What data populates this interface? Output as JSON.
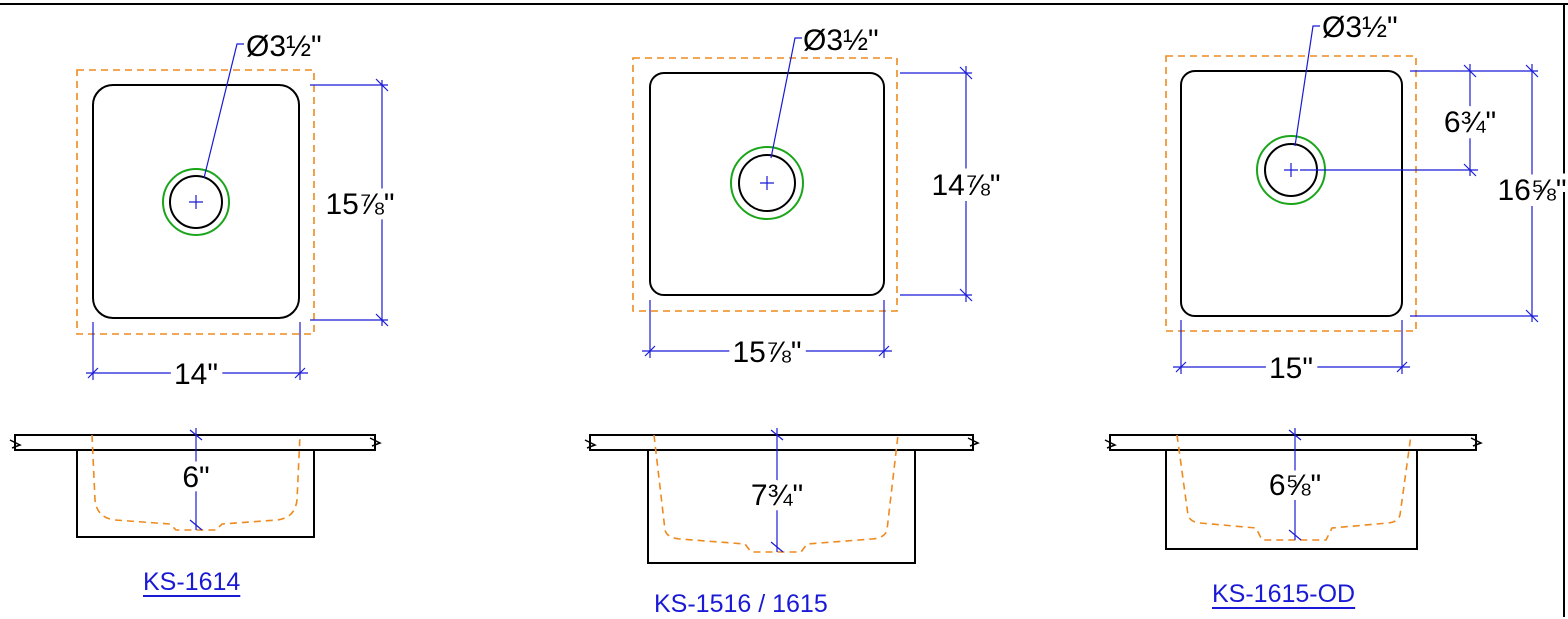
{
  "models": [
    {
      "label": "KS-1614",
      "drain": "Ø3½\"",
      "width": "14\"",
      "length": "15⅞\"",
      "depth": "6\""
    },
    {
      "label": "KS-1516 / 1615",
      "drain": "Ø3½\"",
      "width": "15⅞\"",
      "length": "14⅞\"",
      "depth": "7¾\""
    },
    {
      "label": "KS-1615-OD",
      "drain": "Ø3½\"",
      "width": "15\"",
      "length": "16⅝\"",
      "drain_offset": "6¾\"",
      "depth": "6⅝\""
    }
  ],
  "colors": {
    "dimension": "#1a1ad6",
    "bowl_outline": "#ee8a1e",
    "drain_ring": "#1aa51a"
  }
}
